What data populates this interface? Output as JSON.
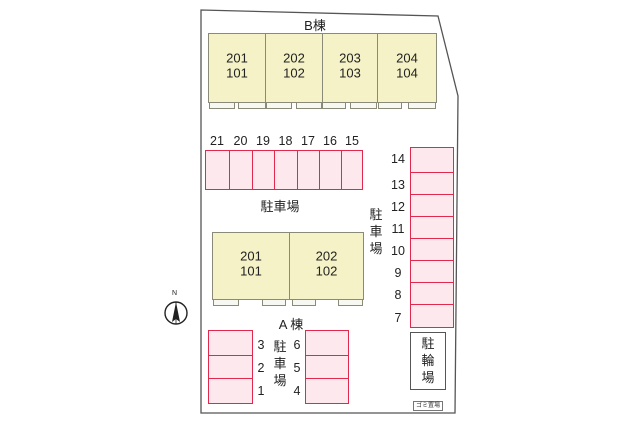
{
  "buildings": {
    "b": {
      "name": "B棟",
      "units": [
        {
          "upper": "201",
          "lower": "101"
        },
        {
          "upper": "202",
          "lower": "102"
        },
        {
          "upper": "203",
          "lower": "103"
        },
        {
          "upper": "204",
          "lower": "104"
        }
      ]
    },
    "a": {
      "name": "A 棟",
      "units": [
        {
          "upper": "201",
          "lower": "101"
        },
        {
          "upper": "202",
          "lower": "102"
        }
      ]
    }
  },
  "parking": {
    "label": "駐車場",
    "top_row": [
      "21",
      "20",
      "19",
      "18",
      "17",
      "16",
      "15"
    ],
    "right_column": [
      "14",
      "13",
      "12",
      "11",
      "10",
      "9",
      "8",
      "7"
    ],
    "bottom_left": [
      "3",
      "2",
      "1"
    ],
    "bottom_middle": [
      "6",
      "5",
      "4"
    ]
  },
  "bicycle_parking": {
    "label": "駐輪場"
  },
  "garbage_area": {
    "label": "ゴミ置場"
  },
  "compass": {
    "north_label": "N"
  },
  "colors": {
    "lot_border": "#555555",
    "parking_stroke": "#e0294d",
    "parking_fill": "#fde9ed",
    "unit_fill": "#f4f2c6"
  }
}
